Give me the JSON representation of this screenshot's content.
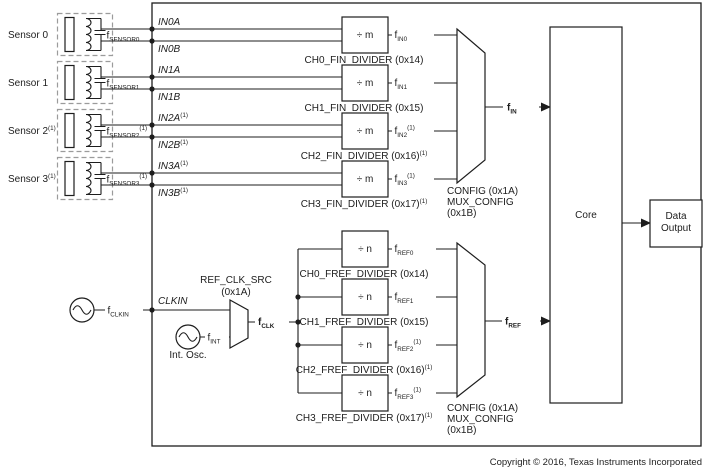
{
  "f": "f",
  "sensors": [
    {
      "label": "Sensor 0",
      "label_sup": "",
      "f_sub": "SENSOR0",
      "f_sup": "",
      "pin_a": "IN0A",
      "pin_a_sup": "",
      "pin_b": "IN0B",
      "pin_b_sup": ""
    },
    {
      "label": "Sensor 1",
      "label_sup": "",
      "f_sub": "SENSOR1",
      "f_sup": "",
      "pin_a": "IN1A",
      "pin_a_sup": "",
      "pin_b": "IN1B",
      "pin_b_sup": ""
    },
    {
      "label": "Sensor 2",
      "label_sup": "(1)",
      "f_sub": "SENSOR2",
      "f_sup": "(1)",
      "pin_a": "IN2A",
      "pin_a_sup": "(1)",
      "pin_b": "IN2B",
      "pin_b_sup": "(1)"
    },
    {
      "label": "Sensor 3",
      "label_sup": "(1)",
      "f_sub": "SENSOR3",
      "f_sup": "(1)",
      "pin_a": "IN3A",
      "pin_a_sup": "(1)",
      "pin_b": "IN3B",
      "pin_b_sup": "(1)"
    }
  ],
  "fin_dividers": [
    {
      "op": "÷ m",
      "label": "CH0_FIN_DIVIDER (0x14)",
      "label_sup": "",
      "out_sub": "IN0",
      "out_sup": ""
    },
    {
      "op": "÷ m",
      "label": "CH1_FIN_DIVIDER (0x15)",
      "label_sup": "",
      "out_sub": "IN1",
      "out_sup": ""
    },
    {
      "op": "÷ m",
      "label": "CH2_FIN_DIVIDER (0x16)",
      "label_sup": "(1)",
      "out_sub": "IN2",
      "out_sup": "(1)"
    },
    {
      "op": "÷ m",
      "label": "CH3_FIN_DIVIDER (0x17)",
      "label_sup": "(1)",
      "out_sub": "IN3",
      "out_sup": "(1)"
    }
  ],
  "fref_dividers": [
    {
      "op": "÷ n",
      "label": "CH0_FREF_DIVIDER (0x14)",
      "label_sup": "",
      "out_sub": "REF0",
      "out_sup": ""
    },
    {
      "op": "÷ n",
      "label": "CH1_FREF_DIVIDER (0x15)",
      "label_sup": "",
      "out_sub": "REF1",
      "out_sup": ""
    },
    {
      "op": "÷ n",
      "label": "CH2_FREF_DIVIDER (0x16)",
      "label_sup": "(1)",
      "out_sub": "REF2",
      "out_sup": "(1)"
    },
    {
      "op": "÷ n",
      "label": "CH3_FREF_DIVIDER (0x17)",
      "label_sup": "(1)",
      "out_sub": "REF3",
      "out_sup": "(1)"
    }
  ],
  "fin_mux": {
    "config_line1": "CONFIG (0x1A)",
    "config_line2": "MUX_CONFIG",
    "config_line3": "(0x1B)",
    "out_sub": "IN"
  },
  "fref_mux": {
    "config_line1": "CONFIG (0x1A)",
    "config_line2": "MUX_CONFIG",
    "config_line3": "(0x1B)",
    "out_sub": "REF"
  },
  "clock": {
    "pin": "CLKIN",
    "clkin_sub": "CLKIN",
    "src_line1": "REF_CLK_SRC",
    "src_line2": "(0x1A)",
    "clk_sub": "CLK",
    "int_sub": "INT",
    "int_osc": "Int. Osc."
  },
  "core": {
    "label": "Core"
  },
  "data_output": {
    "line1": "Data",
    "line2": "Output"
  },
  "footer": {
    "copyright": "Copyright © 2016, Texas Instruments Incorporated"
  }
}
